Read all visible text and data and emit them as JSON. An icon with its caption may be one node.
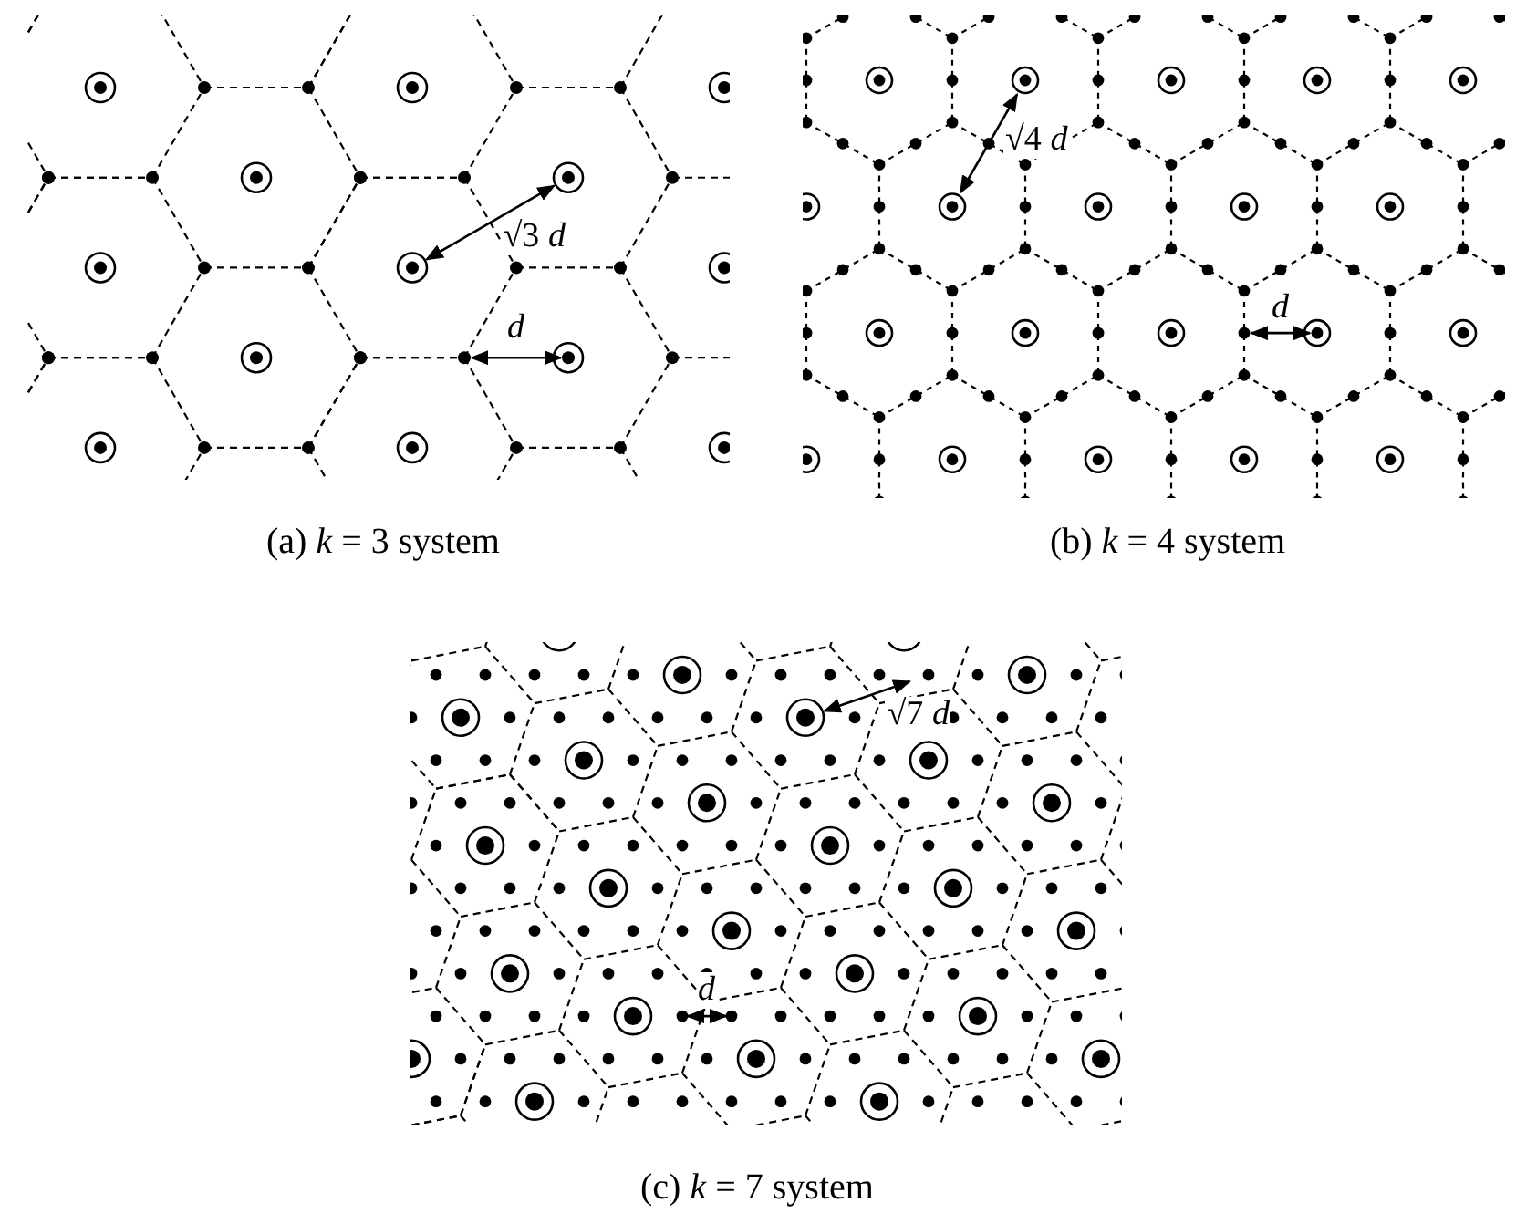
{
  "diagram": {
    "labels": [
      "√3 *d*",
      "d",
      "(a) *k* = 3 system",
      "√4 *d*",
      "d",
      "(b) *k* = 4 system",
      "√7 *d*",
      "d",
      "(c) *k* = 7 system"
    ]
  }
}
